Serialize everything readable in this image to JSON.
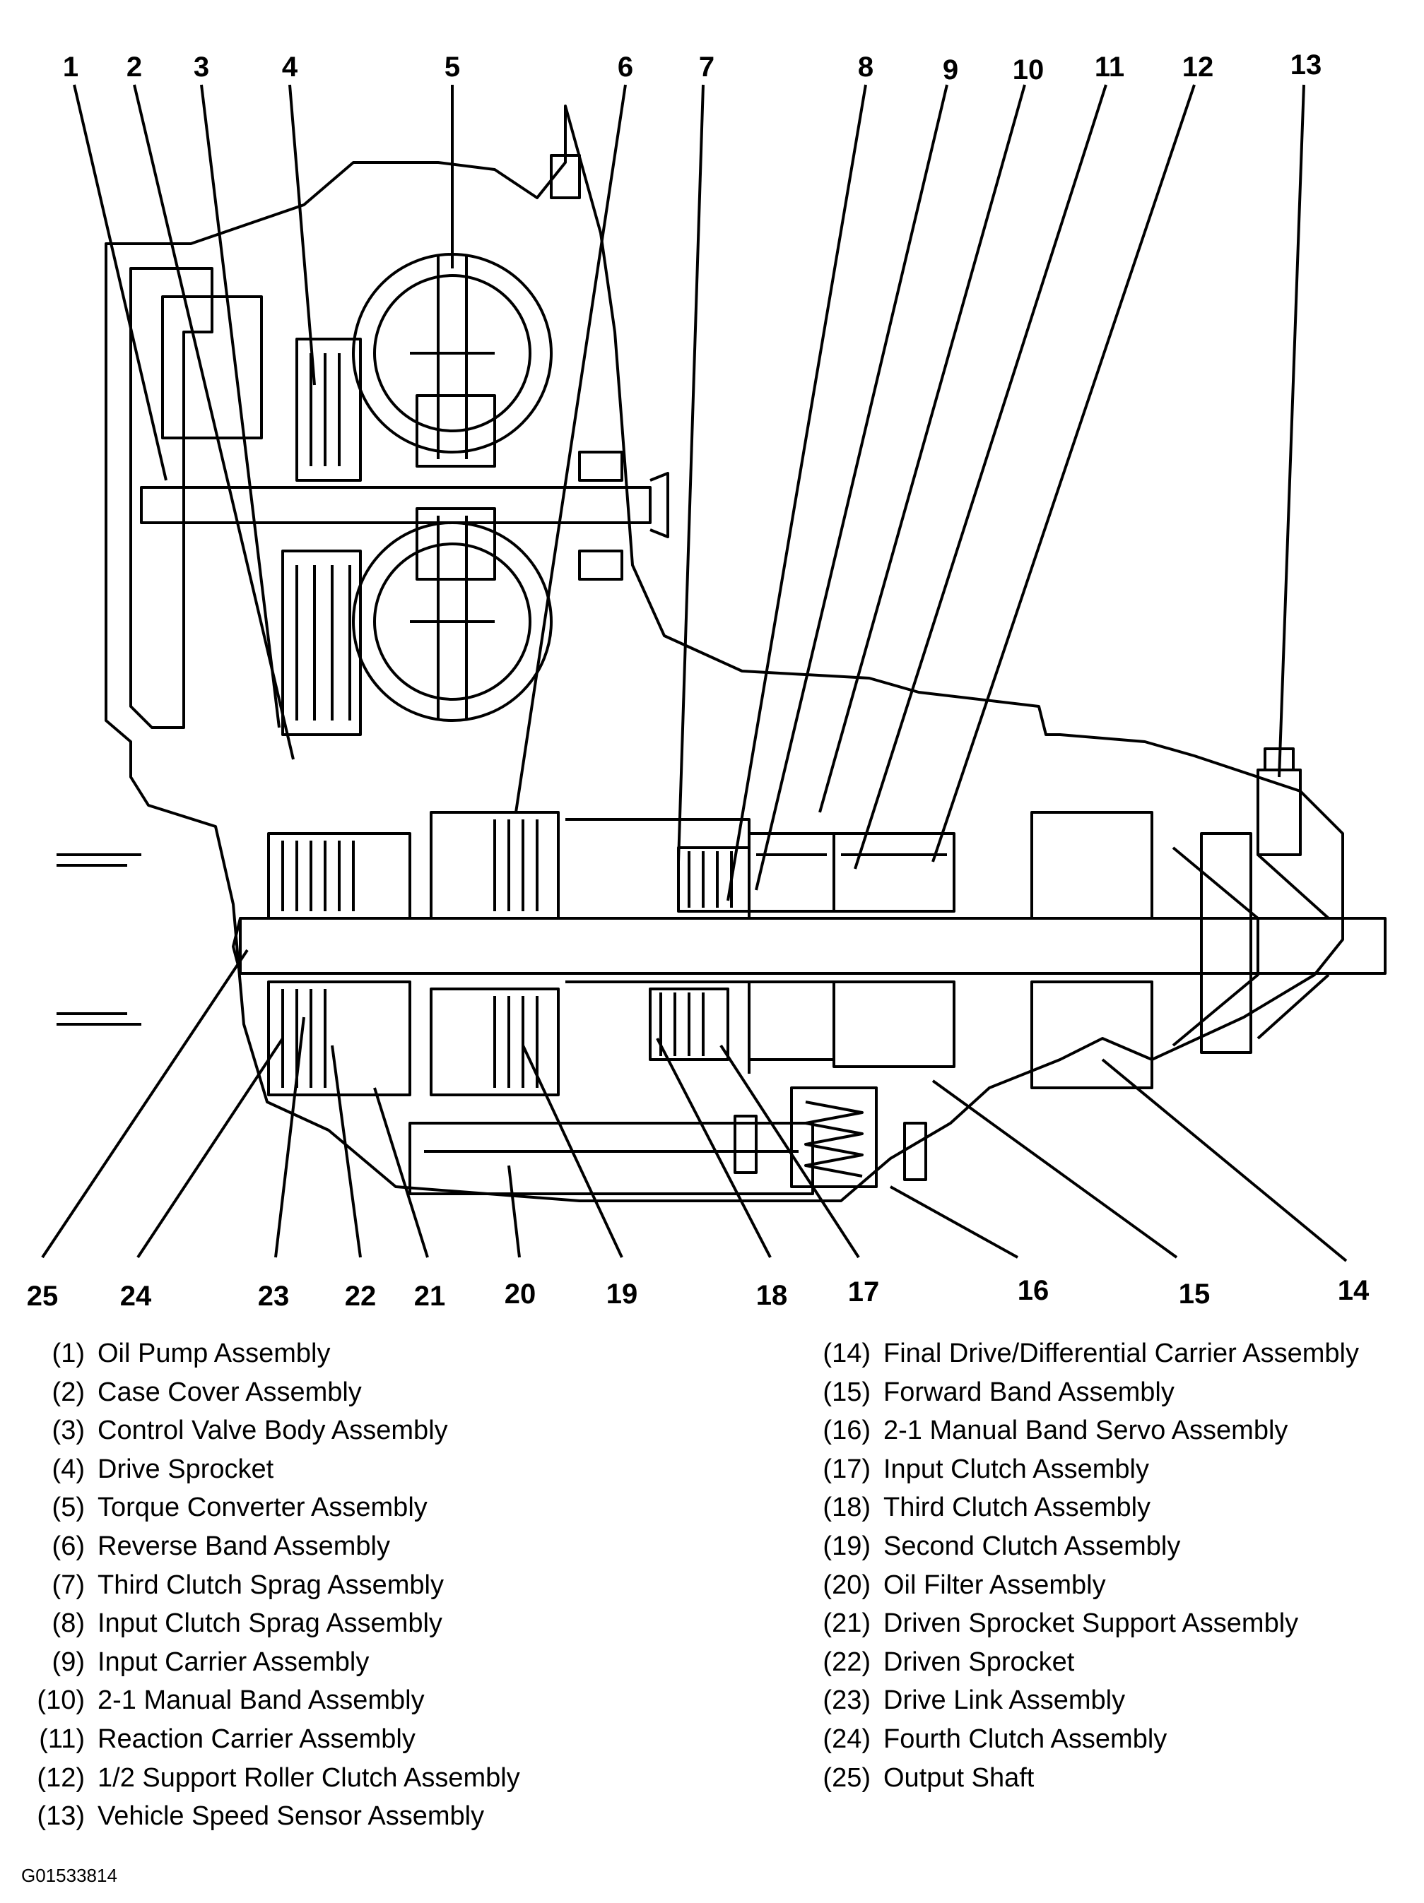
{
  "callouts": [
    "1",
    "2",
    "3",
    "4",
    "5",
    "6",
    "7",
    "8",
    "9",
    "10",
    "11",
    "12",
    "13",
    "14",
    "15",
    "16",
    "17",
    "18",
    "19",
    "20",
    "21",
    "22",
    "23",
    "24",
    "25"
  ],
  "legend_left": [
    {
      "num": "(1)",
      "text": "Oil Pump Assembly"
    },
    {
      "num": "(2)",
      "text": "Case Cover Assembly"
    },
    {
      "num": "(3)",
      "text": "Control Valve Body Assembly"
    },
    {
      "num": "(4)",
      "text": "Drive Sprocket"
    },
    {
      "num": "(5)",
      "text": "Torque Converter Assembly"
    },
    {
      "num": "(6)",
      "text": "Reverse Band Assembly"
    },
    {
      "num": "(7)",
      "text": "Third Clutch Sprag Assembly"
    },
    {
      "num": "(8)",
      "text": "Input Clutch Sprag Assembly"
    },
    {
      "num": "(9)",
      "text": "Input Carrier Assembly"
    },
    {
      "num": "(10)",
      "text": "2-1 Manual Band Assembly"
    },
    {
      "num": "(11)",
      "text": "Reaction Carrier Assembly"
    },
    {
      "num": "(12)",
      "text": "1/2 Support Roller Clutch Assembly"
    },
    {
      "num": "(13)",
      "text": "Vehicle Speed Sensor Assembly"
    }
  ],
  "legend_right": [
    {
      "num": "(14)",
      "text": "Final Drive/Differential Carrier Assembly"
    },
    {
      "num": "(15)",
      "text": "Forward Band Assembly"
    },
    {
      "num": "(16)",
      "text": "2-1 Manual Band Servo Assembly"
    },
    {
      "num": "(17)",
      "text": "Input Clutch Assembly"
    },
    {
      "num": "(18)",
      "text": "Third Clutch Assembly"
    },
    {
      "num": "(19)",
      "text": "Second Clutch Assembly"
    },
    {
      "num": "(20)",
      "text": "Oil Filter Assembly"
    },
    {
      "num": "(21)",
      "text": "Driven Sprocket Support Assembly"
    },
    {
      "num": "(22)",
      "text": "Driven Sprocket"
    },
    {
      "num": "(23)",
      "text": "Drive Link Assembly"
    },
    {
      "num": "(24)",
      "text": "Fourth Clutch Assembly"
    },
    {
      "num": "(25)",
      "text": "Output Shaft"
    }
  ],
  "reference_code": "G01533814"
}
